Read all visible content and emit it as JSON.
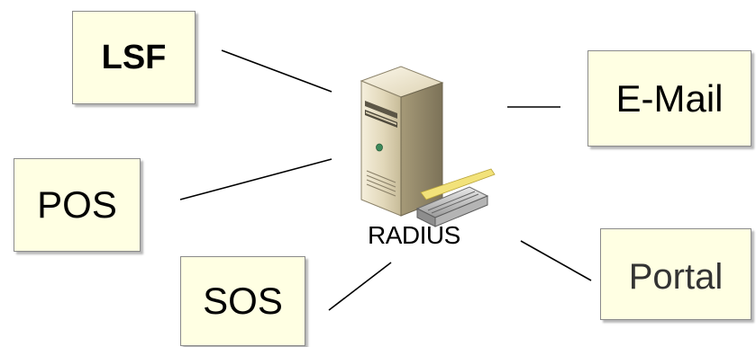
{
  "nodes": {
    "lsf": "LSF",
    "pos": "POS",
    "sos": "SOS",
    "email": "E-Mail",
    "portal": "Portal"
  },
  "server": {
    "label": "RADIUS",
    "icon": "server-tower-icon"
  },
  "colors": {
    "box_fill": "#ffffe3",
    "box_border": "#8a8a8a",
    "connector": "#000000"
  }
}
